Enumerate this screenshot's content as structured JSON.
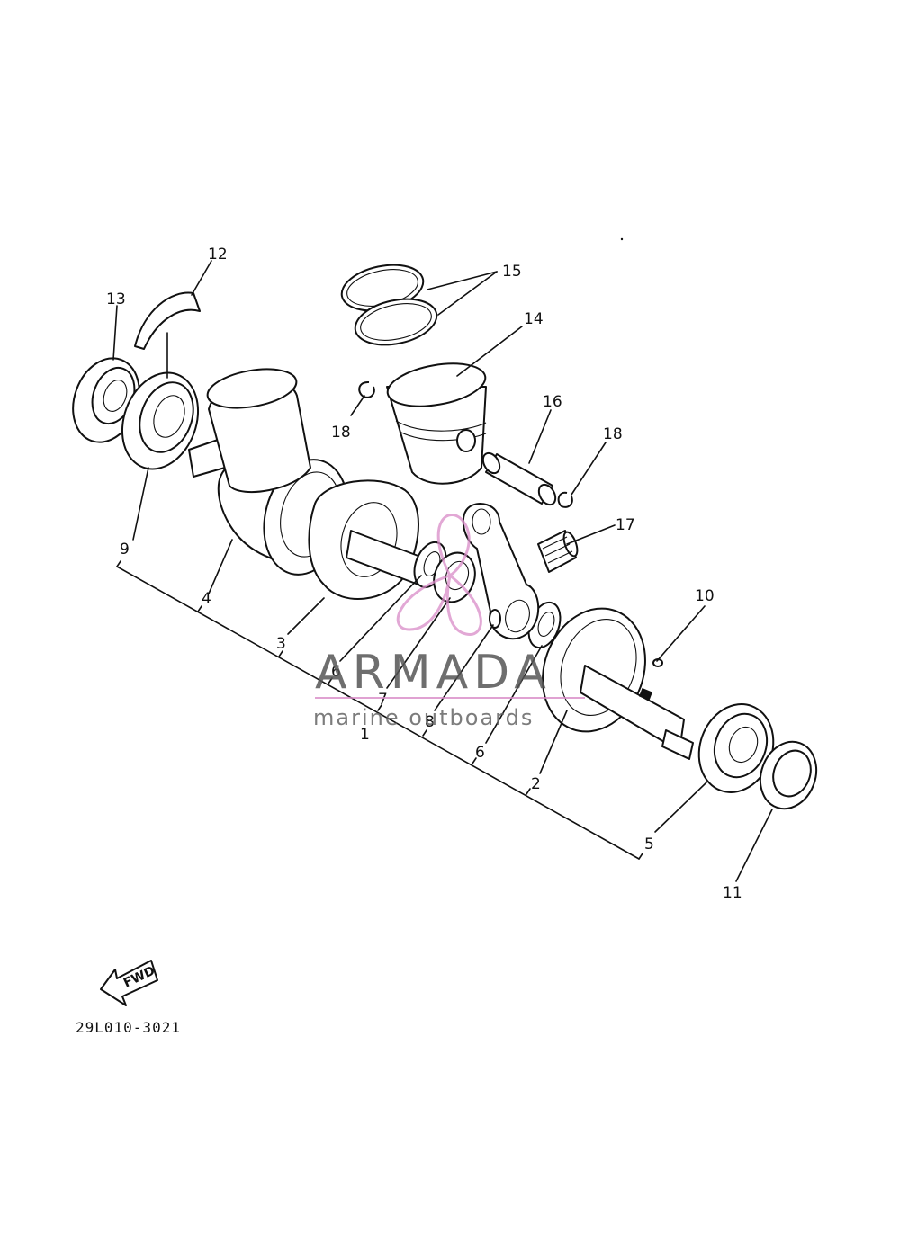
{
  "diagram": {
    "figure_code": "29L010-3021",
    "fwd_label": "FWD",
    "callouts": [
      {
        "id": "c1",
        "text": "1"
      },
      {
        "id": "c2",
        "text": "2"
      },
      {
        "id": "c3",
        "text": "3"
      },
      {
        "id": "c4",
        "text": "4"
      },
      {
        "id": "c5",
        "text": "5"
      },
      {
        "id": "c6a",
        "text": "6"
      },
      {
        "id": "c6b",
        "text": "6"
      },
      {
        "id": "c7",
        "text": "7"
      },
      {
        "id": "c8",
        "text": "8"
      },
      {
        "id": "c9",
        "text": "9"
      },
      {
        "id": "c10",
        "text": "10"
      },
      {
        "id": "c11",
        "text": "11"
      },
      {
        "id": "c12",
        "text": "12"
      },
      {
        "id": "c13",
        "text": "13"
      },
      {
        "id": "c14",
        "text": "14"
      },
      {
        "id": "c15",
        "text": "15"
      },
      {
        "id": "c16",
        "text": "16"
      },
      {
        "id": "c17",
        "text": "17"
      },
      {
        "id": "c18a",
        "text": "18"
      },
      {
        "id": "c18b",
        "text": "18"
      }
    ]
  },
  "watermark": {
    "brand": "ARMADA",
    "tagline": "marine outboards",
    "accent_color": "#d98bc8"
  }
}
